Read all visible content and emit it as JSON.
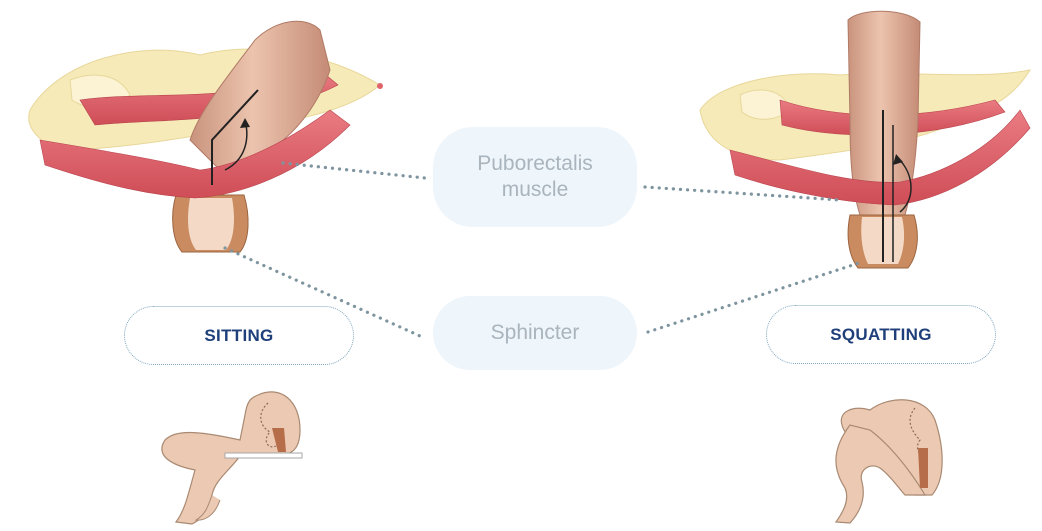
{
  "labels": {
    "puborectalis": "Puborectalis muscle",
    "sphincter": "Sphincter"
  },
  "positions": {
    "sitting": "SITTING",
    "squatting": "SQUATTING"
  },
  "colors": {
    "muscle": "#e0636b",
    "colon": "#dfb39c",
    "bone": "#f6eab8",
    "skin": "#ecc9b2",
    "connector": "#7e949e",
    "pill_bg": "#eef5fb",
    "pill_text": "#a9b4bd",
    "position_text": "#1f3f7a"
  }
}
